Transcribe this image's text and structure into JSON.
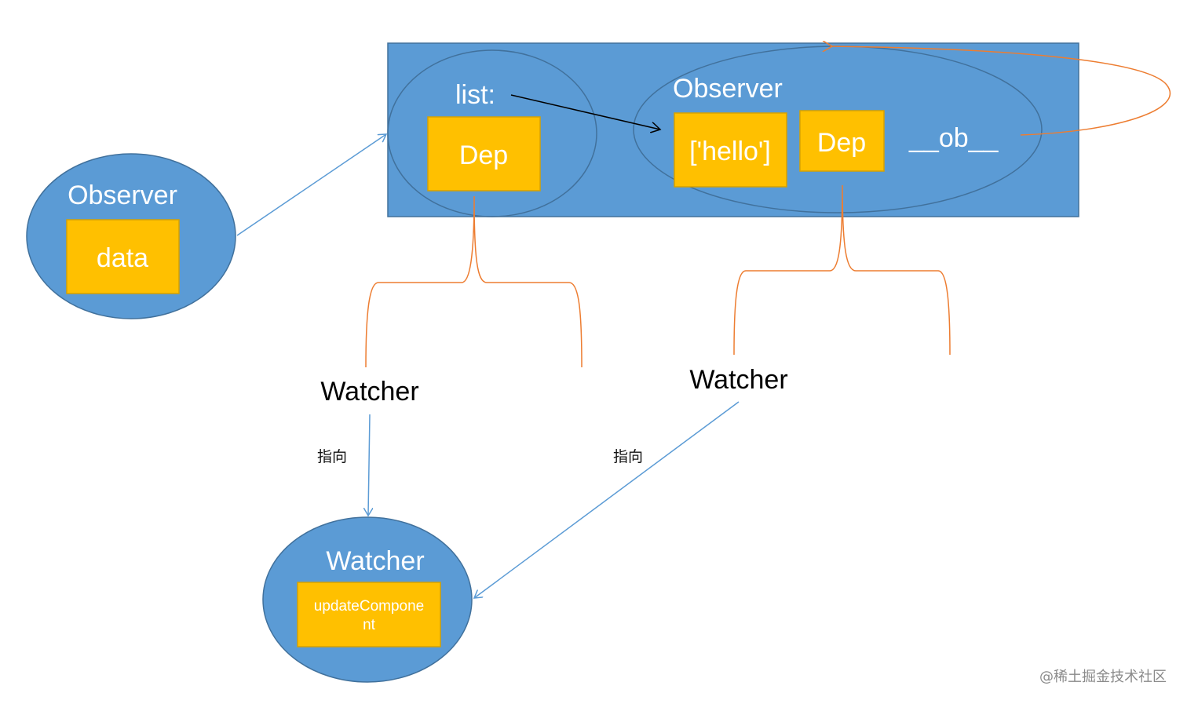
{
  "colors": {
    "blue_fill": "#5b9bd5",
    "blue_stroke": "#41719c",
    "yellow_fill": "#ffc000",
    "orange_line": "#ed7d31",
    "arrow_blue": "#5b9bd5",
    "text_black": "#000000",
    "text_white": "#ffffff"
  },
  "left_observer": {
    "title": "Observer",
    "box_label": "data"
  },
  "top_panel": {
    "list_label": "list:",
    "list_dep": "Dep",
    "observer_title": "Observer",
    "array_label": "['hello']",
    "observer_dep": "Dep",
    "ob_label": "__ob__"
  },
  "watchers": {
    "left": "Watcher",
    "right": "Watcher",
    "left_edge_label": "指向",
    "right_edge_label": "指向"
  },
  "bottom_watcher": {
    "title": "Watcher",
    "box_line1": "updateCompone",
    "box_line2": "nt"
  },
  "watermark": "@稀土掘金技术社区"
}
